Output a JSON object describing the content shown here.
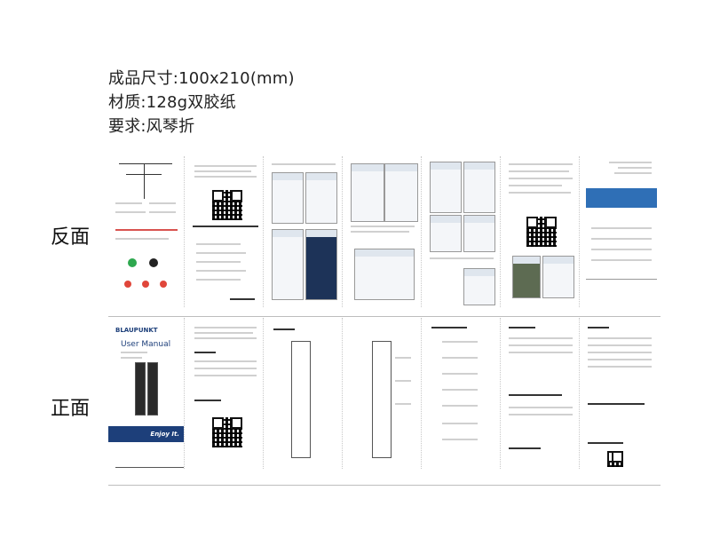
{
  "specs": {
    "size": "成品尺寸:100x210(mm)",
    "material": "材质:128g双胶纸",
    "requirement": "要求:风琴折"
  },
  "labels": {
    "back": "反面",
    "front": "正面"
  },
  "front_cover": {
    "brand": "BLAUPUNKT",
    "title": "User Manual",
    "slogan": "Enjoy It."
  }
}
